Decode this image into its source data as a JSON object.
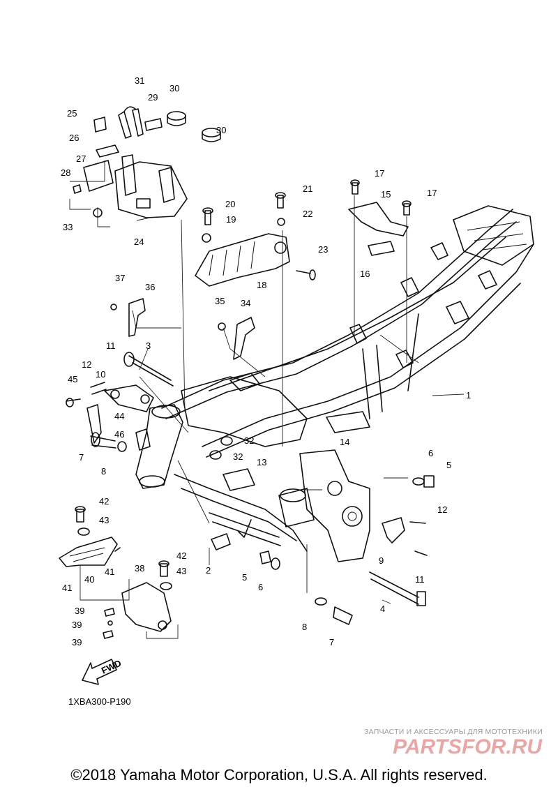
{
  "diagram": {
    "drawing_code": "1XBA300-P190",
    "fwd_label": "FWD",
    "callouts": [
      "1",
      "2",
      "3",
      "4",
      "5",
      "5",
      "6",
      "6",
      "7",
      "7",
      "8",
      "8",
      "9",
      "10",
      "11",
      "11",
      "12",
      "12",
      "13",
      "14",
      "15",
      "16",
      "17",
      "17",
      "18",
      "19",
      "20",
      "21",
      "22",
      "23",
      "24",
      "25",
      "26",
      "27",
      "28",
      "29",
      "30",
      "30",
      "31",
      "32",
      "32",
      "33",
      "34",
      "35",
      "36",
      "37",
      "38",
      "39",
      "39",
      "39",
      "40",
      "41",
      "41",
      "42",
      "42",
      "43",
      "43",
      "44",
      "45",
      "46"
    ]
  },
  "watermark": {
    "tagline": "ЗАПЧАСТИ И АКСЕССУАРЫ ДЛЯ МОТОТЕХНИКИ",
    "logo_text": "PARTSFOR.RU",
    "logo_color": "#e8a7a7"
  },
  "footer": {
    "copyright": "©2018 Yamaha Motor Corporation, U.S.A. All rights reserved."
  }
}
